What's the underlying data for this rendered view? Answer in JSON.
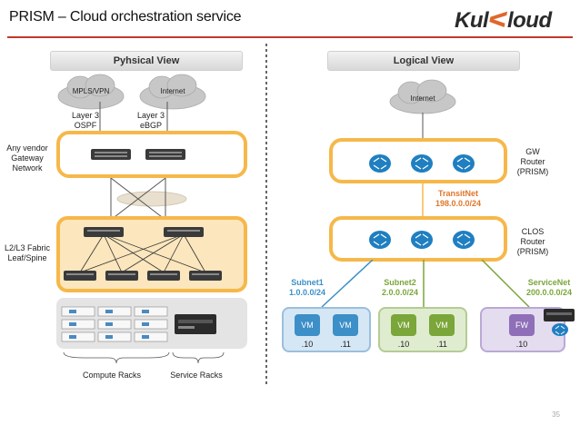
{
  "header": {
    "title": "PRISM – Cloud orchestration service",
    "logo_left": "Kul",
    "logo_right": "loud",
    "accent": "#c0392b"
  },
  "physical": {
    "heading": "Pyhsical View",
    "cloud_left": "MPLS/VPN",
    "cloud_right": "Internet",
    "link_left": [
      "Layer 3",
      "OSPF"
    ],
    "link_right": [
      "Layer 3",
      "eBGP"
    ],
    "gateway_label": [
      "Any vendor",
      "Gateway",
      "Network"
    ],
    "fabric_label": [
      "L2/L3 Fabric",
      "Leaf/Spine"
    ],
    "compute_label": "Compute Racks",
    "service_label": "Service Racks"
  },
  "logical": {
    "heading": "Logical View",
    "cloud": "Internet",
    "gw_label": [
      "GW",
      "Router",
      "(PRISM)"
    ],
    "transit": [
      "TransitNet",
      "198.0.0.0/24"
    ],
    "clos_label": [
      "CLOS",
      "Router",
      "(PRISM)"
    ],
    "subnet1": [
      "Subnet1",
      "1.0.0.0/24"
    ],
    "subnet2": [
      "Subnet2",
      "2.0.0.0/24"
    ],
    "servicenet": [
      "ServiceNet",
      "200.0.0.0/24"
    ],
    "vm": "VM",
    "fw": "FW",
    "ip_10": ".10",
    "ip_11": ".11"
  },
  "page_number": "35",
  "colors": {
    "orange": "#f6b84a",
    "blue": "#3c8fc7",
    "green": "#7aa63a",
    "purple": "#8e6fb8"
  }
}
